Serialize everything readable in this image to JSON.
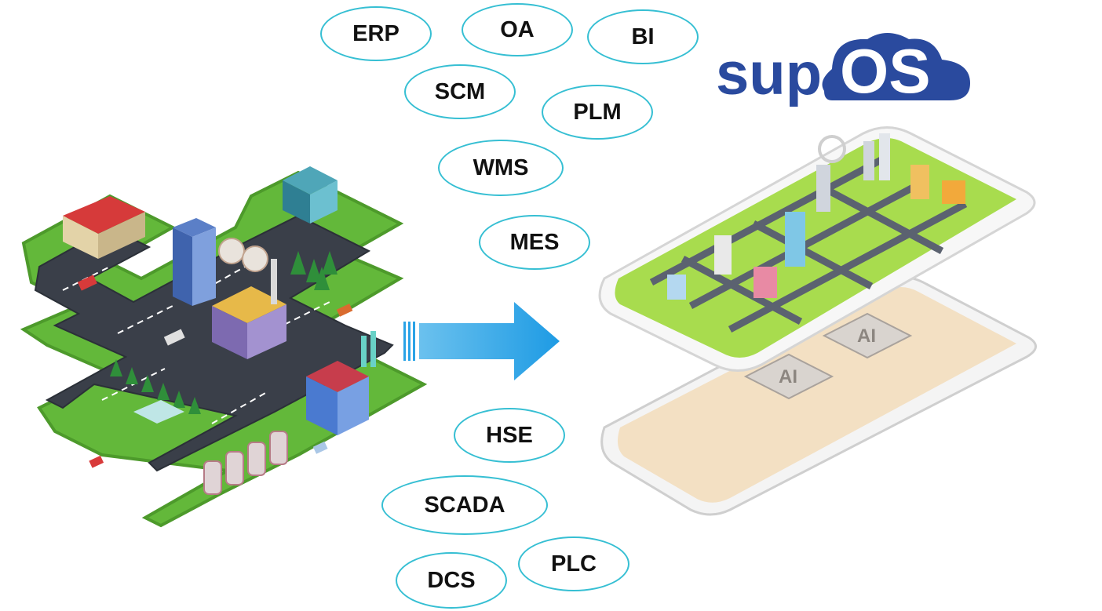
{
  "systems_top": [
    {
      "label": "ERP"
    },
    {
      "label": "OA"
    },
    {
      "label": "BI"
    },
    {
      "label": "SCM"
    },
    {
      "label": "PLM"
    },
    {
      "label": "WMS"
    },
    {
      "label": "MES"
    }
  ],
  "systems_bottom": [
    {
      "label": "HSE"
    },
    {
      "label": "SCADA"
    },
    {
      "label": "DCS"
    },
    {
      "label": "PLC"
    }
  ],
  "logo": {
    "prefix": "sup",
    "suffix": "OS"
  },
  "ai_chip": {
    "label": "AI"
  },
  "colors": {
    "bubble_border": "#36bfd3",
    "logo_blue": "#2a4a9e",
    "arrow_blue": "#2aa3e6",
    "road": "#3a3f49",
    "grass": "#63b83a"
  }
}
